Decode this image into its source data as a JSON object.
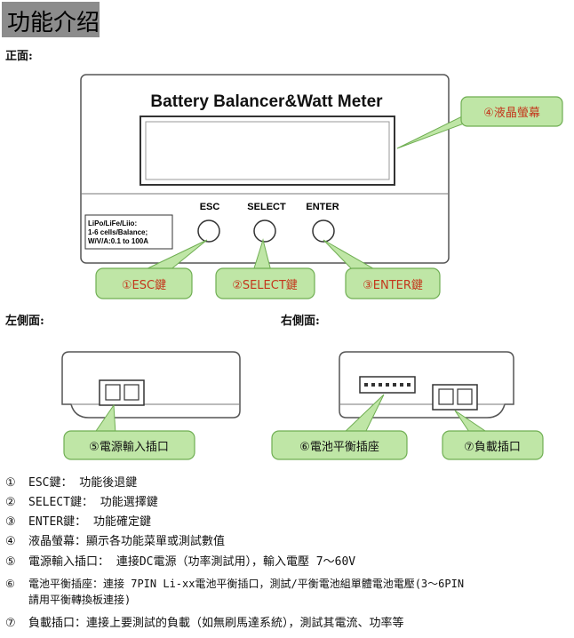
{
  "title": "功能介绍",
  "front_label": "正面:",
  "left_label": "左側面:",
  "right_label": "右側面:",
  "device_title": "Battery Balancer&Watt Meter",
  "buttons": [
    "ESC",
    "SELECT",
    "ENTER"
  ],
  "spec_lines": [
    "LiPo/LiFe/Liio:",
    "1-6 cells/Balance;",
    "W/V/A:0.1 to 100A"
  ],
  "callouts": {
    "lcd": "④液晶螢幕",
    "esc": "①ESC鍵",
    "select": "②SELECT鍵",
    "enter": "③ENTER鍵",
    "power": "⑤電源輸入插口",
    "balance": "⑥電池平衡插座",
    "load": "⑦負載插口"
  },
  "descriptions": [
    {
      "num": "①",
      "text": "ESC鍵： 功能後退鍵"
    },
    {
      "num": "②",
      "text": "SELECT鍵： 功能選擇鍵"
    },
    {
      "num": "③",
      "text": "ENTER鍵： 功能確定鍵"
    },
    {
      "num": "④",
      "text": "液晶螢幕：顯示各功能菜單或測試數值"
    },
    {
      "num": "⑤",
      "text": "電源輸入插口： 連接DC電源（功率測試用），輸入電壓 7～60V"
    },
    {
      "num": "⑥",
      "text": "電池平衡插座：連接 7PIN  Li-xx電池平衡插口，測試/平衡電池組單體電池電壓(3～6PIN",
      "text2": "請用平衡轉換板連接)"
    },
    {
      "num": "⑦",
      "text": "負載插口：連接上要測試的負載（如無刷馬達系統），測試其電流、功率等"
    }
  ],
  "colors": {
    "callout_fill": "#bfe6a6",
    "callout_stroke": "#6fae52",
    "callout_text": "#c4361c"
  }
}
